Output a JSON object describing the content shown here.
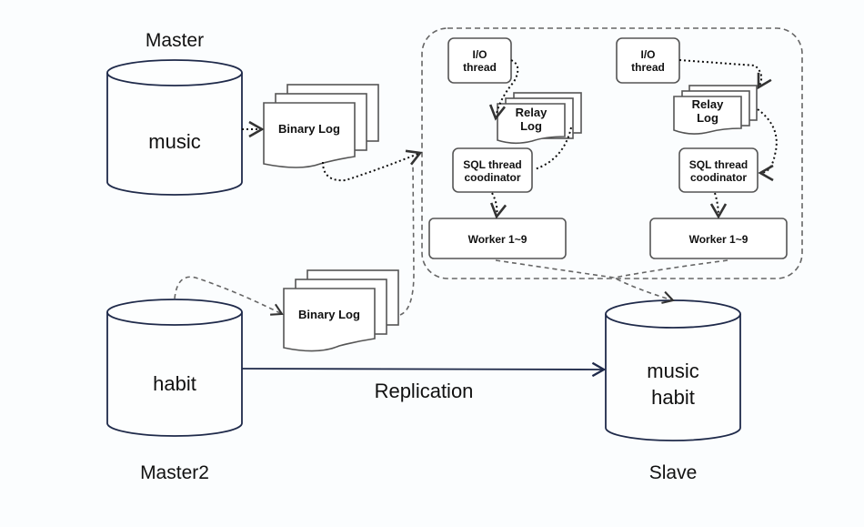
{
  "diagram": {
    "master": {
      "title": "Master",
      "database": "music"
    },
    "master2": {
      "title": "Master2",
      "database": "habit"
    },
    "slave": {
      "title": "Slave",
      "database_line1": "music",
      "database_line2": "habit"
    },
    "binary_log_1": "Binary Log",
    "binary_log_2": "Binary Log",
    "replication_label": "Replication",
    "channel_left": {
      "io_line1": "I/O",
      "io_line2": "thread",
      "relay_line1": "Relay",
      "relay_line2": "Log",
      "sql_line1": "SQL thread",
      "sql_line2": "coodinator",
      "worker": "Worker 1~9"
    },
    "channel_right": {
      "io_line1": "I/O",
      "io_line2": "thread",
      "relay_line1": "Relay",
      "relay_line2": "Log",
      "sql_line1": "SQL thread",
      "sql_line2": "coodinator",
      "worker": "Worker 1~9"
    },
    "colors": {
      "db_stroke": "#1f2a4a",
      "box_stroke": "#555555",
      "dash": "#666666",
      "dots": "#111111"
    }
  }
}
